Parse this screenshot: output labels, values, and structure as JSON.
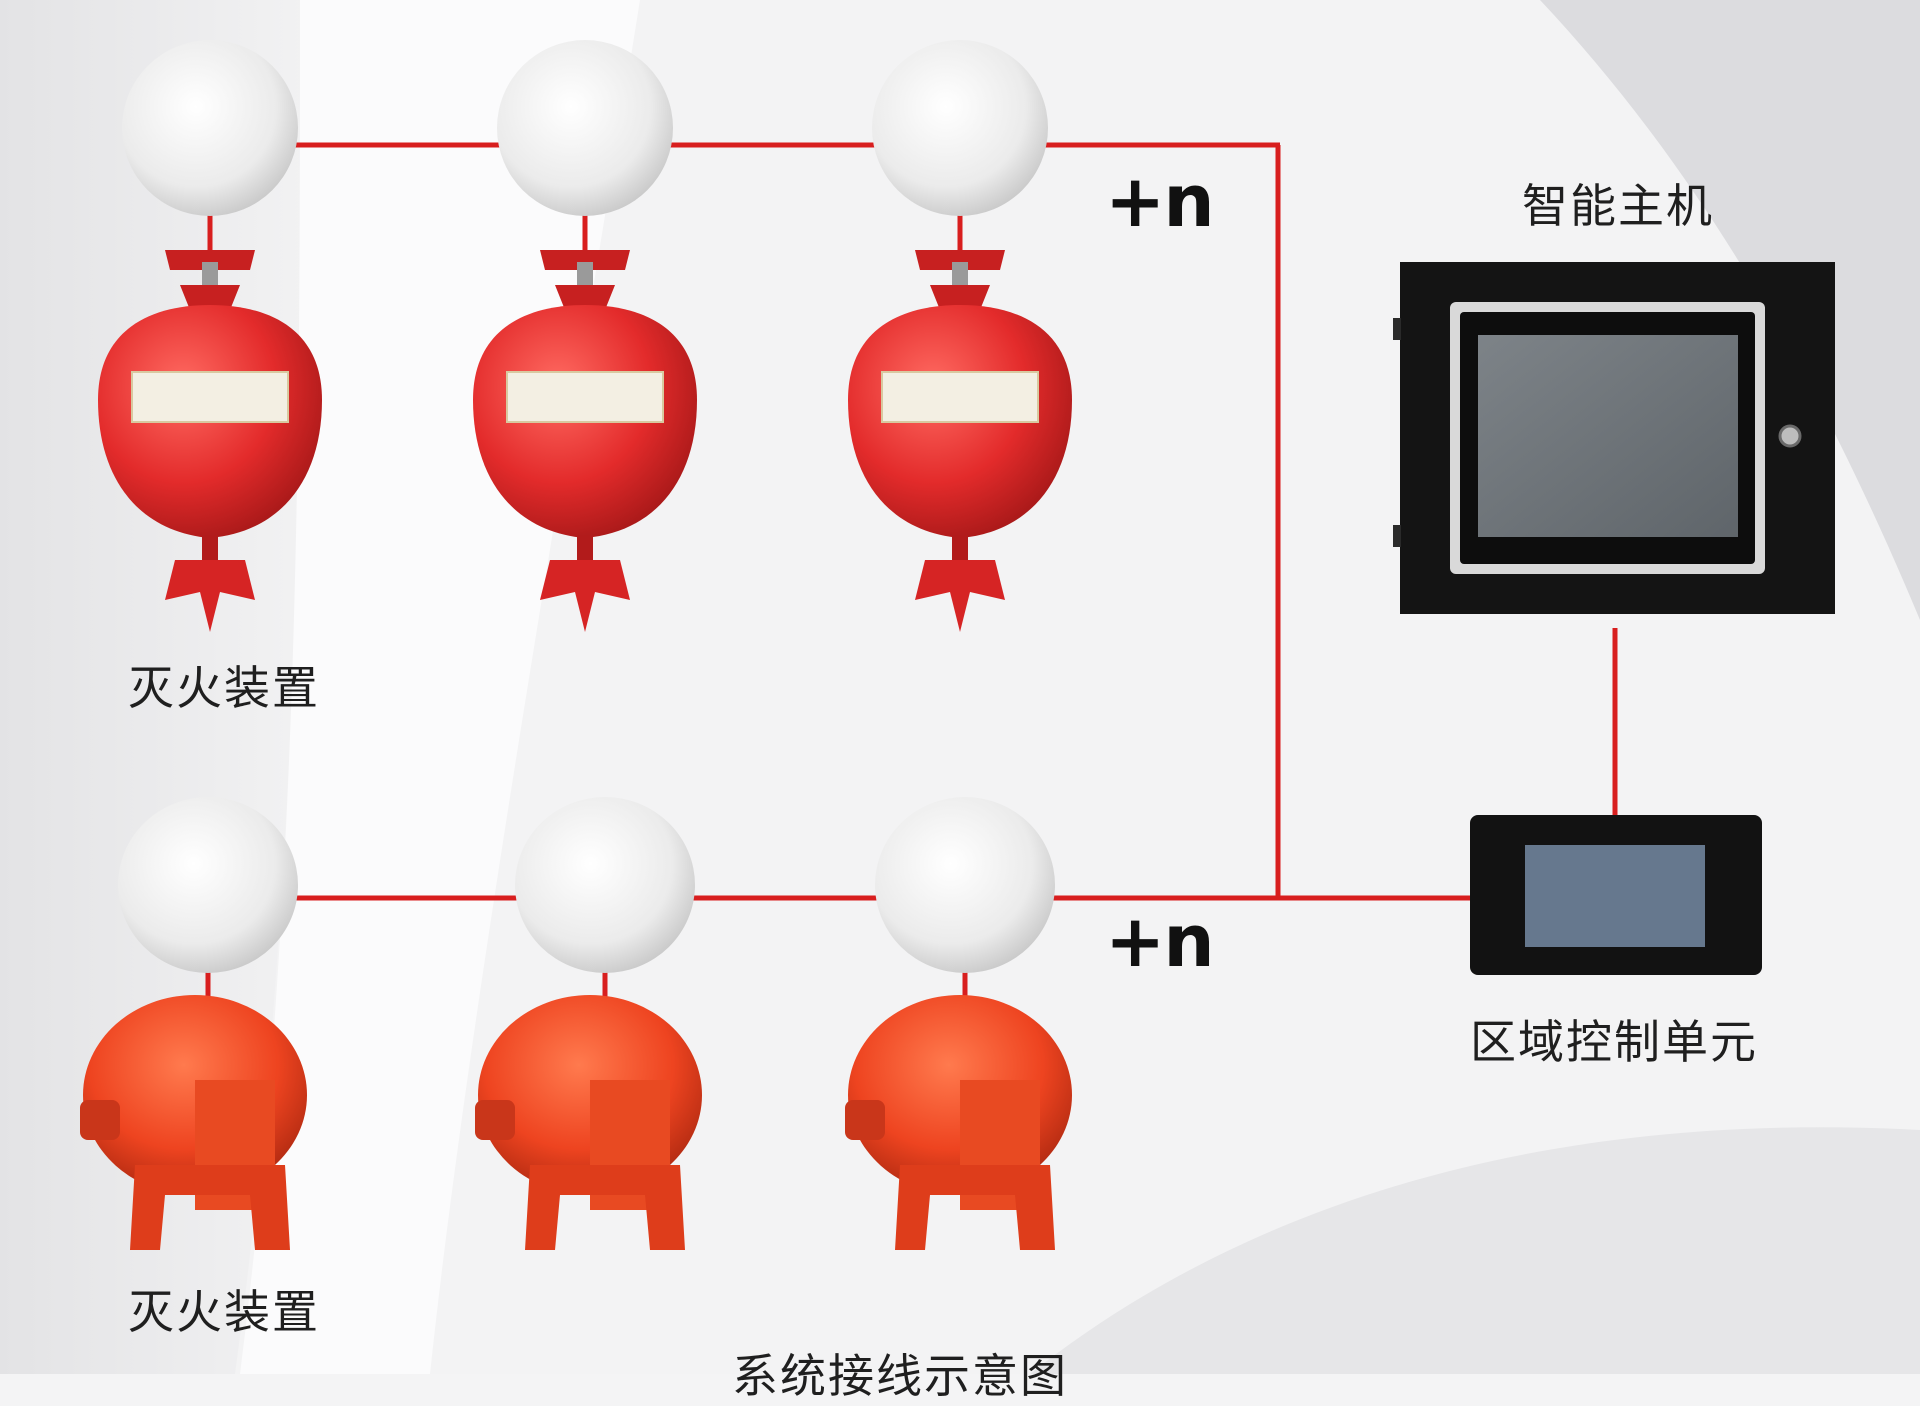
{
  "colors": {
    "wire": "#d81e1e",
    "cylinder_red": "#e32b2b",
    "canister_orange": "#ee4420",
    "sensor_white": "#efefef",
    "host_black": "#141414",
    "screen_grey": "#7f8489",
    "panel_screen": "#66788e"
  },
  "icons": {
    "sensor": "detector-dome-icon",
    "suspended": "hanging-extinguisher-icon",
    "canister": "wall-mounted-extinguisher-icon",
    "host": "control-host-icon",
    "unit": "zone-control-unit-icon"
  },
  "labels": {
    "device_top": "灭火装置",
    "device_bottom": "灭火装置",
    "host": "智能主机",
    "zone_unit": "区域控制单元",
    "plus_n_top": "+n",
    "plus_n_bottom": "+n",
    "caption": "系统接线示意图"
  },
  "rows": {
    "top": [
      "sensor-1",
      "sensor-2",
      "sensor-3"
    ],
    "bottom": [
      "sensor-4",
      "sensor-5",
      "sensor-6"
    ]
  }
}
